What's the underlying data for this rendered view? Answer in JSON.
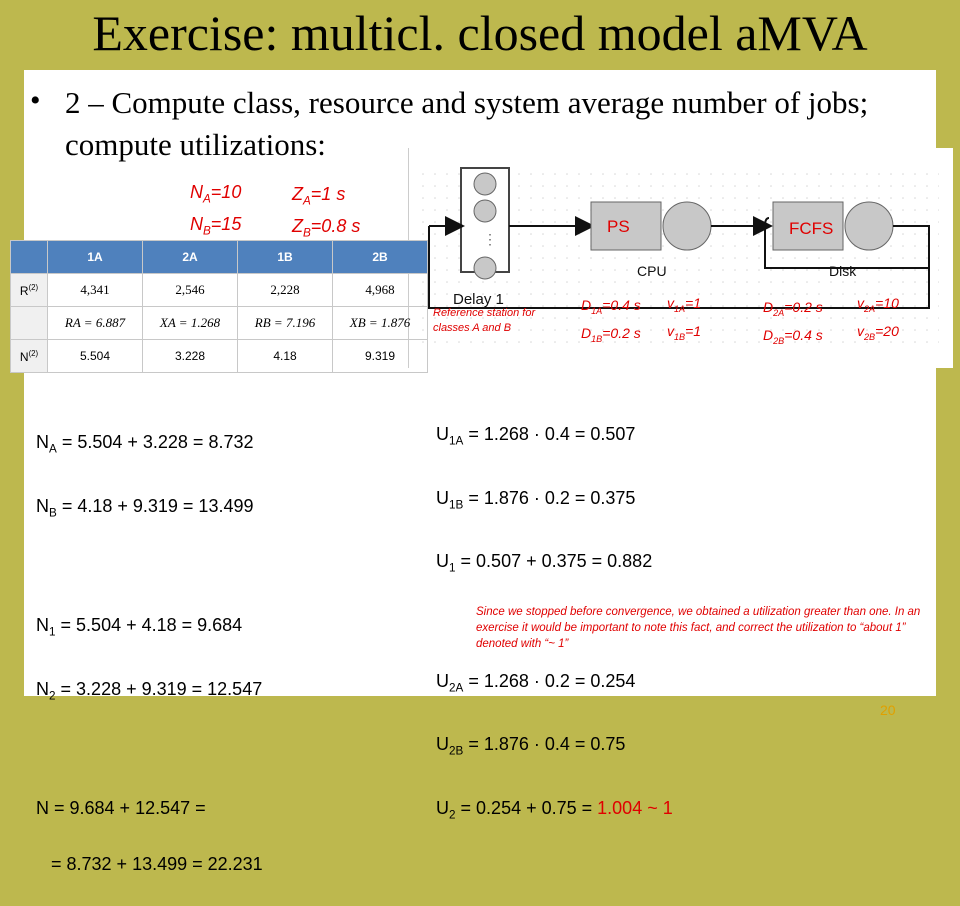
{
  "title": "Exercise: multicl. closed model aMVA",
  "bullet": "2 – Compute class, resource and system average number of jobs; compute utilizations:",
  "params": {
    "NA": "=10",
    "NB": "=15",
    "ZA": "=1 s",
    "ZB": "=0.8 s"
  },
  "diagram": {
    "ps_label": "PS",
    "fcfs_label": "FCFS",
    "cpu_label": "CPU",
    "disk_label": "Disk",
    "delay_label": "Delay 1",
    "ref_station": "Reference station for classes A and B",
    "D1A": "=0.4 s",
    "D1B": "=0.2 s",
    "v1A": "=1",
    "v1B": "=1",
    "D2A": "=0.2 s",
    "D2B": "=0.4 s",
    "v2A": "=10",
    "v2B": "=20"
  },
  "table": {
    "headers": [
      "1A",
      "2A",
      "1B",
      "2B"
    ],
    "rows": [
      {
        "label": "R(2)",
        "cells": [
          "4,341",
          "2,546",
          "2,228",
          "4,968"
        ]
      },
      {
        "label": "",
        "cells": [
          "RA = 6.887",
          "XA = 1.268",
          "RB = 7.196",
          "XB = 1.876"
        ]
      },
      {
        "label": "N(2)",
        "cells": [
          "5.504",
          "3.228",
          "4.18",
          "9.319"
        ]
      }
    ]
  },
  "left_eqs": {
    "NA": "= 5.504 + 3.228 = 8.732",
    "NB": "= 4.18 + 9.319 = 13.499",
    "N1": "= 5.504 + 4.18 = 9.684",
    "N2": "= 3.228 + 9.319 = 12.547",
    "N_line1": "N = 9.684 + 12.547 =",
    "N_line2": "   = 8.732 + 13.499 = 22.231"
  },
  "right_eqs": {
    "U1A": "= 1.268 · 0.4 = 0.507",
    "U1B": "= 1.876 · 0.2 = 0.375",
    "U1": "= 0.507 + 0.375 = 0.882",
    "U2A": "= 1.268 · 0.2 = 0.254",
    "U2B": "= 1.876 · 0.4 = 0.75",
    "U2_black": "= 0.254 + 0.75 = ",
    "U2_red": "1.004 ~ 1"
  },
  "note": "Since we stopped before convergence, we obtained a utilization greater than one. In an exercise it would be important to note this fact, and correct the utilization to “about 1” denoted with “~ 1”",
  "page_number": "20"
}
